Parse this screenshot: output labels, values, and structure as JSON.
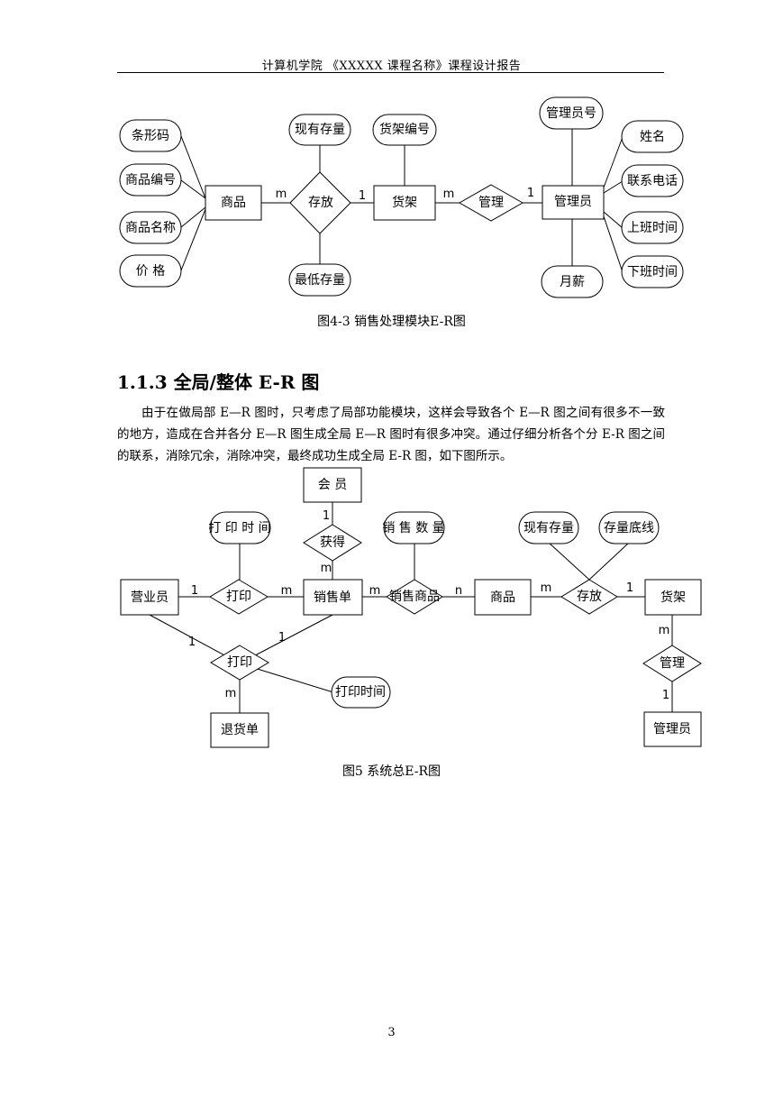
{
  "header": {
    "text": "计算机学院 《XXXXX 课程名称》课程设计报告"
  },
  "figure1": {
    "caption": "图4-3 销售处理模块E-R图",
    "entities": {
      "product": "商品",
      "shelf": "货架",
      "admin": "管理员"
    },
    "relations": {
      "store": "存放",
      "manage": "管理"
    },
    "attributes": {
      "barcode": "条形码",
      "product_id": "商品编号",
      "product_name": "商品名称",
      "price": "价 格",
      "current_stock": "现有存量",
      "min_stock": "最低存量",
      "shelf_id": "货架编号",
      "admin_id": "管理员号",
      "monthly_salary": "月薪",
      "name": "姓名",
      "phone": "联系电话",
      "on_duty": "上班时间",
      "off_duty": "下班时间"
    },
    "cardinalities": {
      "product_store": "m",
      "store_shelf": "1",
      "shelf_manage": "m",
      "manage_admin": "1"
    }
  },
  "section": {
    "title": "1.1.3 全局/整体 E-R 图",
    "paragraph": "由于在做局部 E—R 图时，只考虑了局部功能模块，这样会导致各个 E—R 图之间有很多不一致的地方，造成在合并各分 E—R 图生成全局 E—R 图时有很多冲突。通过仔细分析各个分 E-R 图之间的联系，消除冗余，消除冲突，最终成功生成全局 E-R 图，如下图所示。"
  },
  "figure2": {
    "caption": "图5 系统总E-R图",
    "entities": {
      "member": "会 员",
      "clerk": "营业员",
      "sales_order": "销售单",
      "product": "商品",
      "shelf": "货架",
      "return_order": "退货单",
      "admin": "管理员"
    },
    "relations": {
      "obtain": "获得",
      "print_sales": "打印",
      "sell_product": "销售商品",
      "store": "存放",
      "print_return": "打印",
      "manage": "管理"
    },
    "attributes": {
      "print_time_top": "打 印 时 间",
      "sales_qty": "销 售 数 量",
      "current_stock": "现有存量",
      "stock_floor": "存量底线",
      "print_time_bottom": "打印时间"
    },
    "cardinalities": {
      "member_obtain": "1",
      "obtain_sales": "m",
      "clerk_print": "1",
      "print_sales": "m",
      "sales_sell": "m",
      "sell_product": "n",
      "product_store": "m",
      "store_shelf": "1",
      "clerk_print_return": "1",
      "sales_print_return": "1",
      "print_return_order": "m",
      "shelf_manage": "m",
      "manage_admin": "1"
    }
  },
  "page_number": "3"
}
